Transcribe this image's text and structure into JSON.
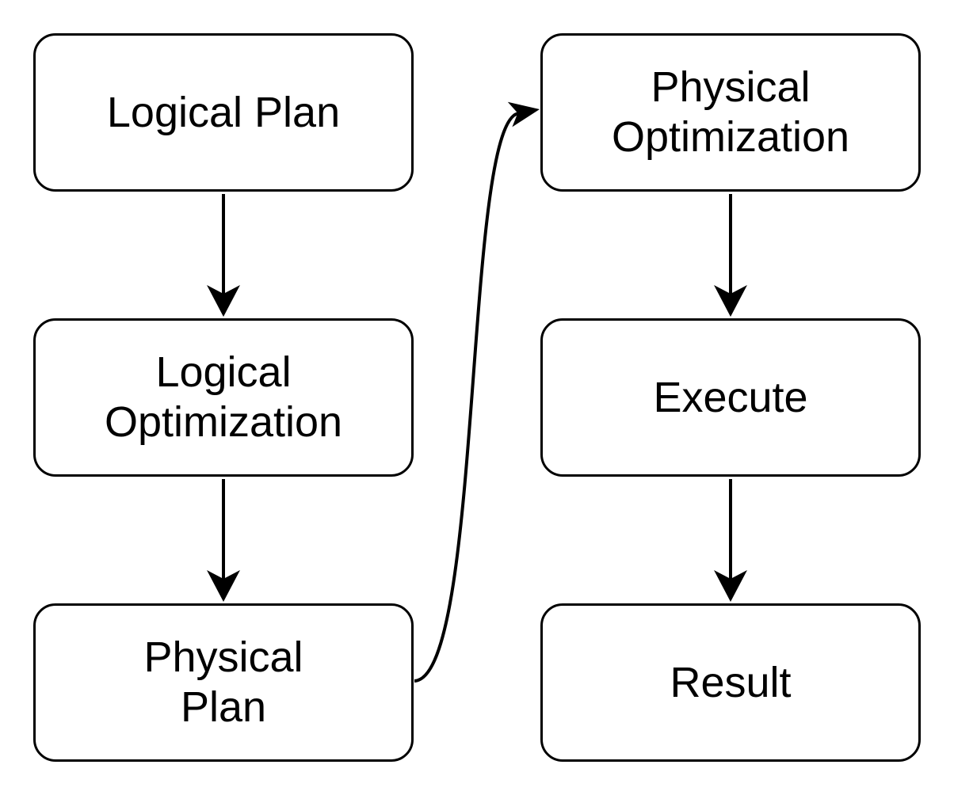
{
  "diagram": {
    "type": "flowchart",
    "background_color": "#ffffff",
    "node_fill_color": "#ffffff",
    "node_stroke_color": "#000000",
    "edge_color": "#000000",
    "text_color": "#000000",
    "nodes": [
      {
        "id": "logical-plan",
        "label": "Logical Plan"
      },
      {
        "id": "logical-optimization",
        "label": "Logical\nOptimization"
      },
      {
        "id": "physical-plan",
        "label": "Physical\nPlan"
      },
      {
        "id": "physical-optimization",
        "label": "Physical\nOptimization"
      },
      {
        "id": "execute",
        "label": "Execute"
      },
      {
        "id": "result",
        "label": "Result"
      }
    ],
    "edges": [
      {
        "from": "logical-plan",
        "to": "logical-optimization",
        "style": "straight-down-arrow"
      },
      {
        "from": "logical-optimization",
        "to": "physical-plan",
        "style": "straight-down-arrow"
      },
      {
        "from": "physical-plan",
        "to": "physical-optimization",
        "style": "s-curve-right-arrow"
      },
      {
        "from": "physical-optimization",
        "to": "execute",
        "style": "straight-down-arrow"
      },
      {
        "from": "execute",
        "to": "result",
        "style": "straight-down-arrow"
      }
    ]
  }
}
